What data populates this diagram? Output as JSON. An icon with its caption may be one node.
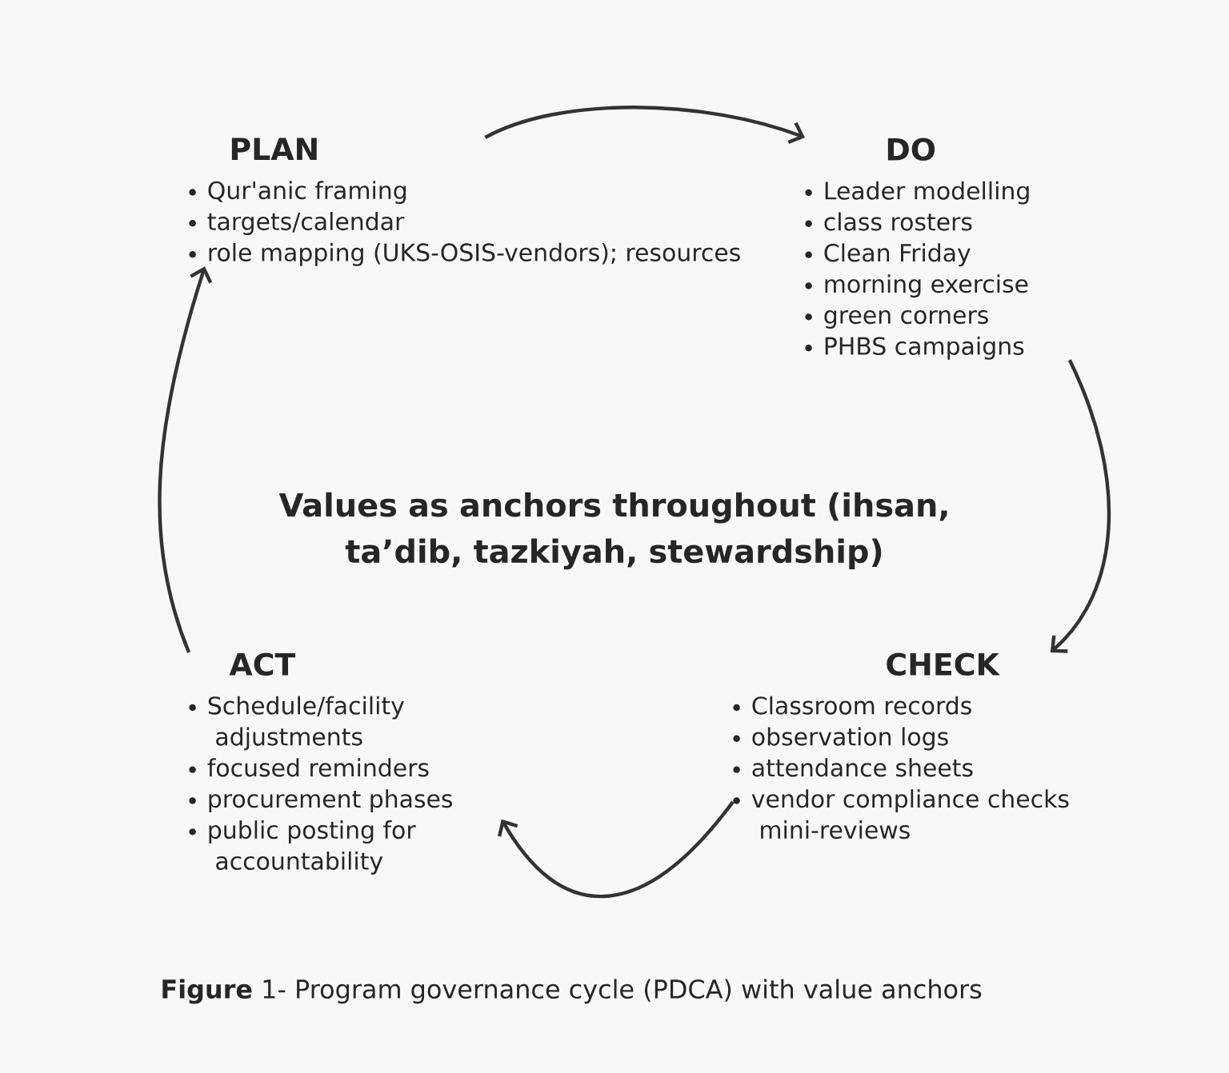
{
  "diagram": {
    "caption": "**Figure** 1- Program governance cycle (PDCA) with value anchors",
    "nodes": [
      {
        "text": [
          "PLAN",
          "Qur'anic framing",
          "targets/calendar",
          "role mapping (UKS-OSIS-vendors); resources"
        ]
      },
      {
        "text": [
          "DO",
          "Leader modelling",
          "class rosters",
          "Clean Friday",
          "morning exercise",
          "green corners",
          "PHBS campaigns"
        ]
      },
      {
        "text": [
          "ACT",
          "Schedule/facility adjustments",
          "focused reminders",
          "procurement phases",
          "public posting for accountability"
        ]
      },
      {
        "text": [
          "CHECK",
          "Classroom records",
          "observation logs",
          "attendance sheets",
          "vendor compliance checks mini-reviews"
        ]
      }
    ],
    "edges": [
      {
        "from": 0,
        "to": 1,
        "arrow": "to"
      },
      {
        "from": 1,
        "to": 3,
        "arrow": "to"
      },
      {
        "from": 3,
        "to": 2,
        "arrow": "to"
      },
      {
        "from": 2,
        "to": 0,
        "arrow": "to"
      }
    ],
    "labels": [
      "Values as anchors throughout (ihsan, ta’dib, tazkiyah, stewardship)"
    ]
  }
}
